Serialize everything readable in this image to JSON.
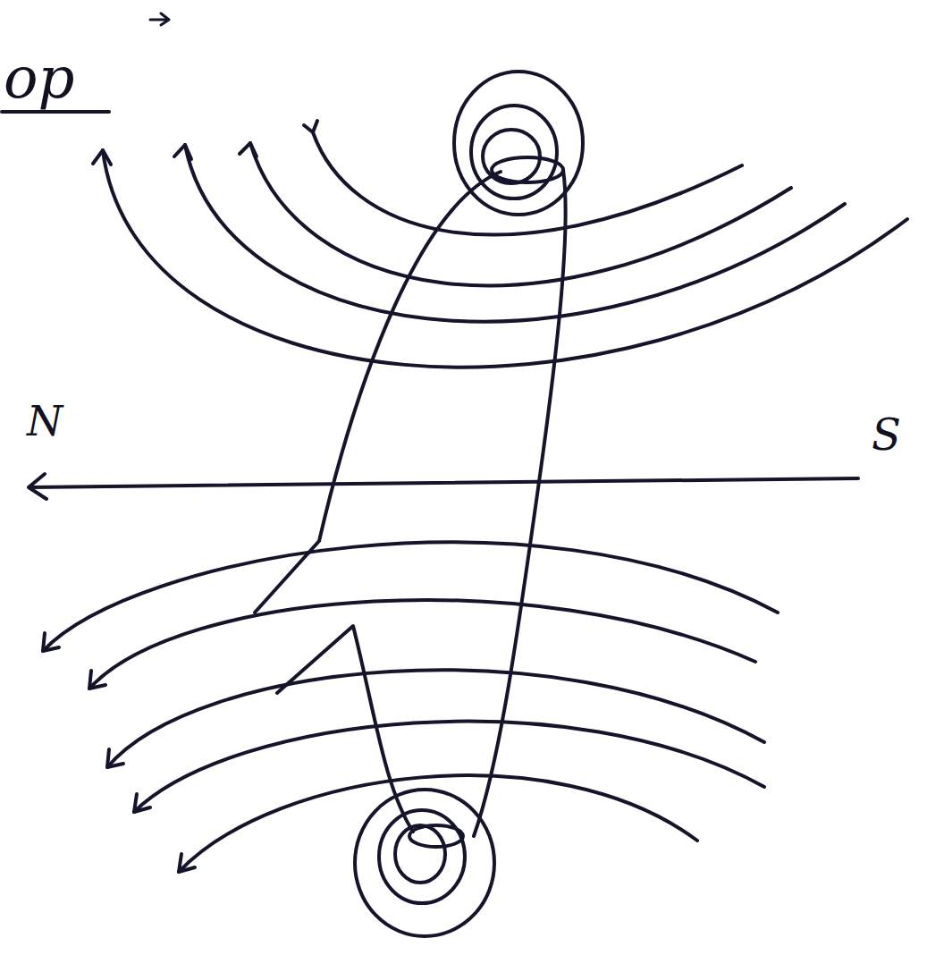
{
  "diagram": {
    "labels": [
      "op",
      "N",
      "S"
    ]
  }
}
